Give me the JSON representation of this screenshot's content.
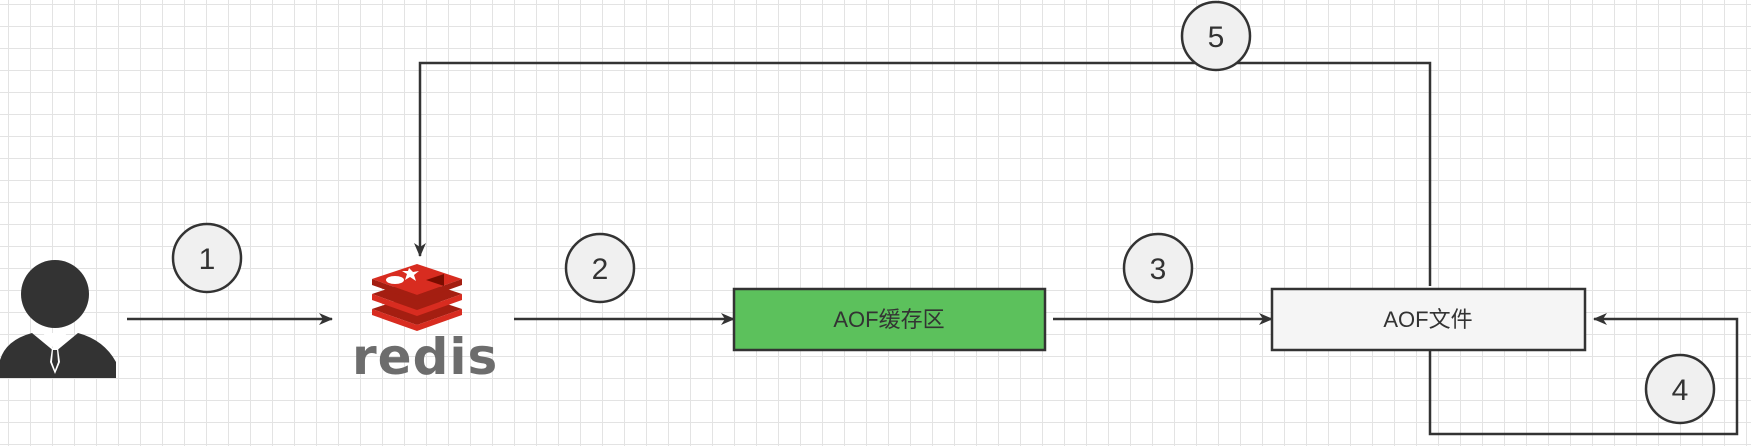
{
  "nodes": {
    "redis_logo_text": "redis",
    "aof_buffer": {
      "label": "AOF缓存区",
      "fill": "#5cc15c"
    },
    "aof_file": {
      "label": "AOF文件",
      "fill": "#f5f5f5"
    }
  },
  "steps": [
    "1",
    "2",
    "3",
    "4",
    "5"
  ],
  "colors": {
    "line": "#333333",
    "redis_red": "#d82c20",
    "redis_dark": "#a41e11",
    "user_fill": "#333333"
  }
}
